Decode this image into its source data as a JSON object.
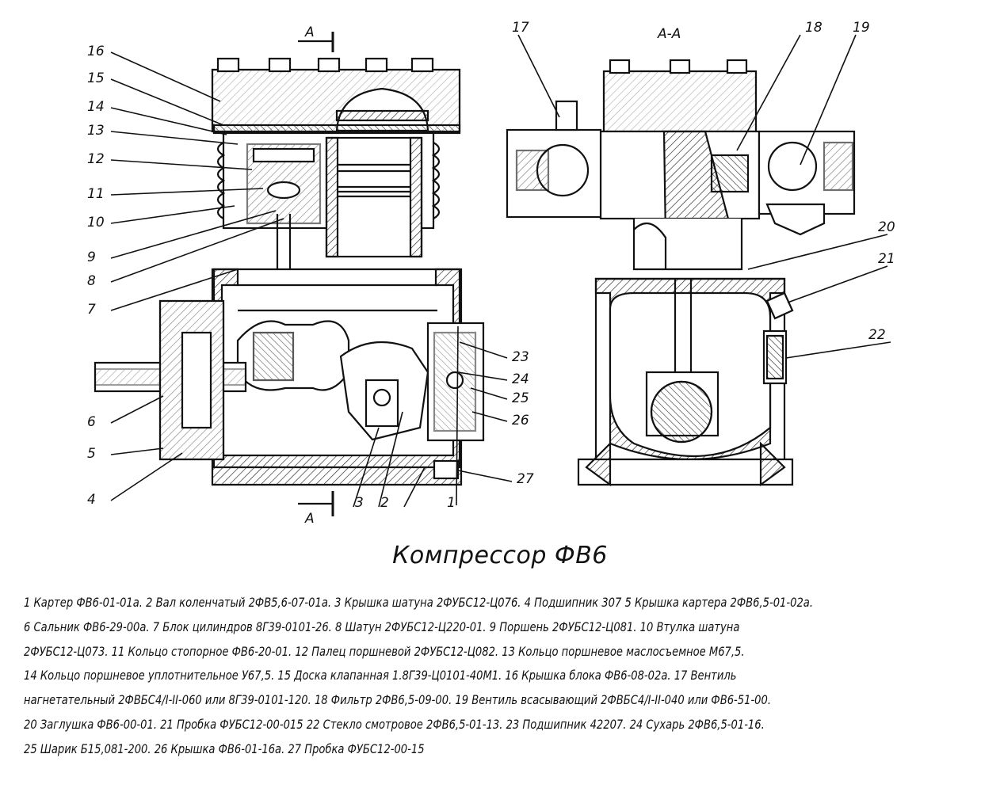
{
  "section_marks": {
    "top": "А",
    "bottom": "А",
    "view": "А-А"
  },
  "callouts": [
    "1",
    "2",
    "3",
    "4",
    "5",
    "6",
    "7",
    "8",
    "9",
    "10",
    "11",
    "12",
    "13",
    "14",
    "15",
    "16",
    "17",
    "18",
    "19",
    "20",
    "21",
    "22",
    "23",
    "24",
    "25",
    "26",
    "27"
  ],
  "title": "Компрессор ФВ6",
  "legend": [
    "1 Картер ФВ6-01-01а. 2 Вал коленчатый 2ФВ5,6-07-01а. 3 Крышка шатуна 2ФУБС12-Ц076. 4 Подшипник 307 5 Крышка картера 2ФВ6,5-01-02а.",
    "6 Сальник ФВ6-29-00а. 7 Блок цилиндров 8Г39-0101-26. 8 Шатун 2ФУБС12-Ц220-01. 9 Поршень 2ФУБС12-Ц081. 10 Втулка шатуна",
    "2ФУБС12-Ц073. 11 Кольцо стопорное ФВ6-20-01.  12 Палец поршневой 2ФУБС12-Ц082. 13 Кольцо поршневое маслосъемное М67,5.",
    "14 Кольцо поршневое уплотнительное У67,5. 15 Доска клапанная 1.8Г39-Ц0101-40М1. 16 Крышка блока ФВ6-08-02а. 17 Вентиль",
    "нагнетательный 2ФВБС4/I-II-060 или 8Г39-0101-120. 18 Фильтр 2ФВ6,5-09-00. 19 Вентиль всасывающий 2ФВБС4/I-II-040 или ФВ6-51-00.",
    "20 Заглушка ФВ6-00-01. 21 Пробка ФУБС12-00-015 22 Стекло смотровое 2ФВ6,5-01-13. 23 Подшипник 42207. 24 Сухарь 2ФВ6,5-01-16.",
    "25 Шарик Б15,081-200. 26 Крышка ФВ6-01-16а. 27 Пробка ФУБС12-00-15"
  ]
}
